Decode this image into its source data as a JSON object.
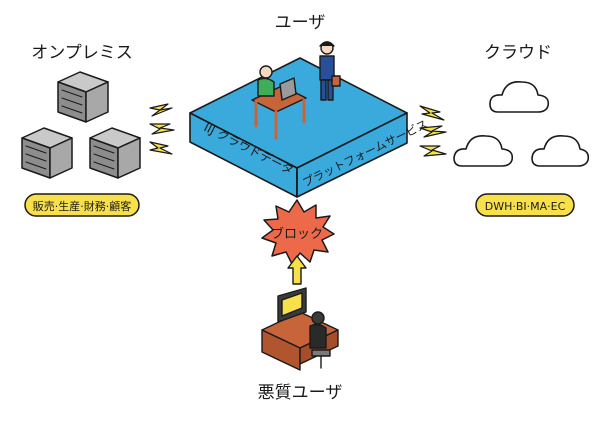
{
  "labels": {
    "onpremise": "オンプレミス",
    "user": "ユーザ",
    "cloud": "クラウド",
    "malicious_user": "悪質ユーザ"
  },
  "platform": {
    "left_text": "IIJ クラウドデータ",
    "right_text": "プラットフォームサービス"
  },
  "badges": {
    "onpremise": "販売·生産·財務·顧客",
    "cloud": "DWH·BI·MA·EC"
  },
  "block_label": "ブロック",
  "colors": {
    "platform": "#3aa9dc",
    "badge": "#f7e04a",
    "block": "#ec6a4a",
    "lightning": "#f7e04a",
    "server": "#9a9a9a",
    "desk": "#c8643a"
  }
}
